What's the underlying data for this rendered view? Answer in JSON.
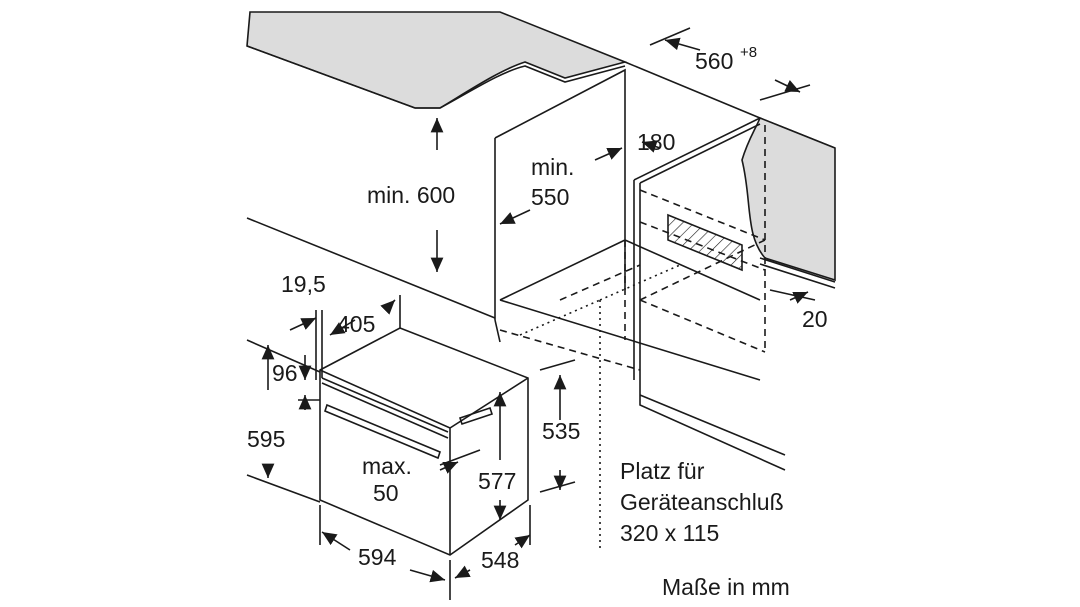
{
  "dimensions": {
    "niche_width": "560",
    "niche_width_tolerance": "+8",
    "min_height": "min. 600",
    "min_depth_prefix": "min.",
    "min_depth_value": "550",
    "rear_gap": "180",
    "front_offset": "19,5",
    "depth_405": "405",
    "panel_96": "96",
    "height_595": "595",
    "height_535": "535",
    "max_prefix": "max.",
    "max_value": "50",
    "height_577": "577",
    "width_594": "594",
    "depth_548": "548",
    "edge_20": "20"
  },
  "note": {
    "line1": "Platz für",
    "line2": "Geräteanschluß",
    "line3": "320 x 115"
  },
  "units": "Maße in mm",
  "colors": {
    "line": "#1a1a1a",
    "surface": "#dcdcdc"
  }
}
